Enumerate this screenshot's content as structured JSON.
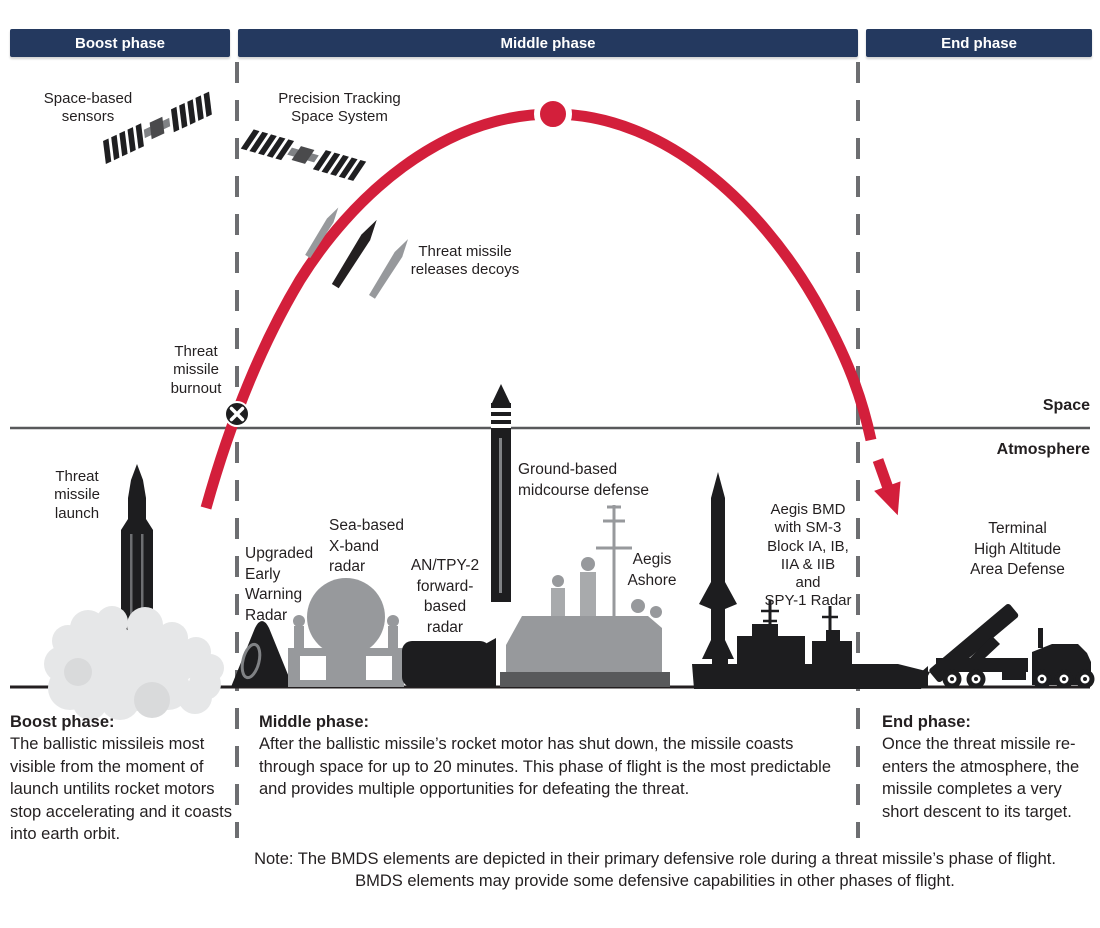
{
  "header": {
    "boost": "Boost phase",
    "middle": "Middle phase",
    "end": "End phase"
  },
  "boundary": {
    "space": "Space",
    "atmosphere": "Atmosphere"
  },
  "labels": {
    "space_based_sensors": "Space-based\nsensors",
    "precision_tracking_space_system": "Precision Tracking\nSpace System",
    "threat_missile_releases_decoys": "Threat missile\nreleases decoys",
    "threat_missile_burnout": "Threat\nmissile\nburnout",
    "threat_missile_launch": "Threat\nmissile\nlaunch",
    "upgraded_early_warning_radar": "Upgraded\nEarly\nWarning\nRadar",
    "sea_based_x_band_radar": "Sea-based\nX-band\nradar",
    "an_tpy_2_radar": "AN/TPY-2\nforward-\nbased\nradar",
    "ground_based_midcourse_defense": "Ground-based\nmidcourse defense",
    "aegis_ashore": "Aegis\nAshore",
    "aegis_bmd": "Aegis BMD\nwith SM-3\nBlock IA, IB,\nIIA & IIB\nand\nSPY-1 Radar",
    "thaad": "Terminal\nHigh Altitude\nArea Defense"
  },
  "descriptions": {
    "boost": {
      "title": "Boost phase:",
      "body": "The ballistic missileis most visible from the moment of launch untilits rocket motors stop accelerating and it coasts into earth orbit."
    },
    "middle": {
      "title": "Middle phase:",
      "body": "After the ballistic missile’s rocket motor has shut down, the missile coasts through space for up to 20 minutes. This phase of flight is the most predictable and provides multiple opportunities for defeating the threat."
    },
    "end": {
      "title": "End phase:",
      "body": "Once the threat missile re-enters the atmosphere, the missile completes a very short descent to its target."
    }
  },
  "note": "Note: The BMDS elements are depicted in their primary defensive role during a threat missile’s phase of flight. BMDS elements may provide some defensive capabilities in other phases of flight.",
  "colors": {
    "header_bg": "#24395f",
    "trajectory_red": "#d31f3b",
    "text": "#231f20",
    "silhouette_black": "#1d1d1f",
    "silhouette_gray": "#97999c",
    "line_gray": "#58595b",
    "smoke_gray": "#e6e7e8"
  }
}
